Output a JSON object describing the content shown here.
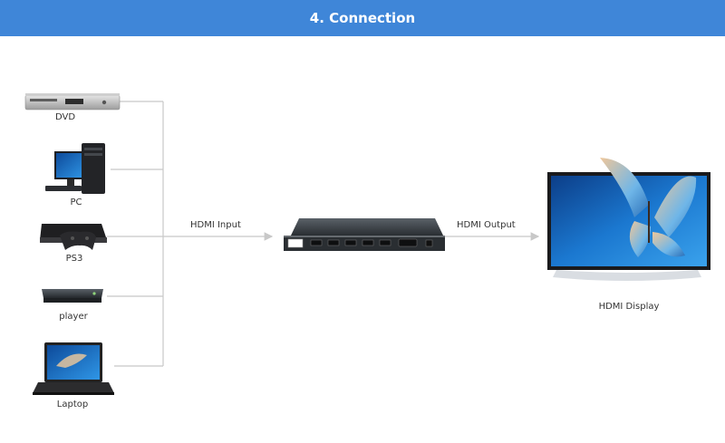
{
  "header": {
    "title": "4. Connection"
  },
  "sources": [
    {
      "label": "DVD",
      "icon": "dvd-player-icon"
    },
    {
      "label": "PC",
      "icon": "desktop-pc-icon"
    },
    {
      "label": "PS3",
      "icon": "game-console-icon"
    },
    {
      "label": "player",
      "icon": "media-player-icon"
    },
    {
      "label": "Laptop",
      "icon": "laptop-icon"
    }
  ],
  "links": {
    "input_label": "HDMI Input",
    "output_label": "HDMI Output"
  },
  "switch": {
    "icon": "hdmi-switch-icon"
  },
  "display": {
    "label": "HDMI Display",
    "icon": "hdmi-display-icon"
  },
  "colors": {
    "header": "#3f86d8",
    "line": "#c8c8c8",
    "device_dark": "#2e3236",
    "screen_blue": "#1b78d0"
  }
}
